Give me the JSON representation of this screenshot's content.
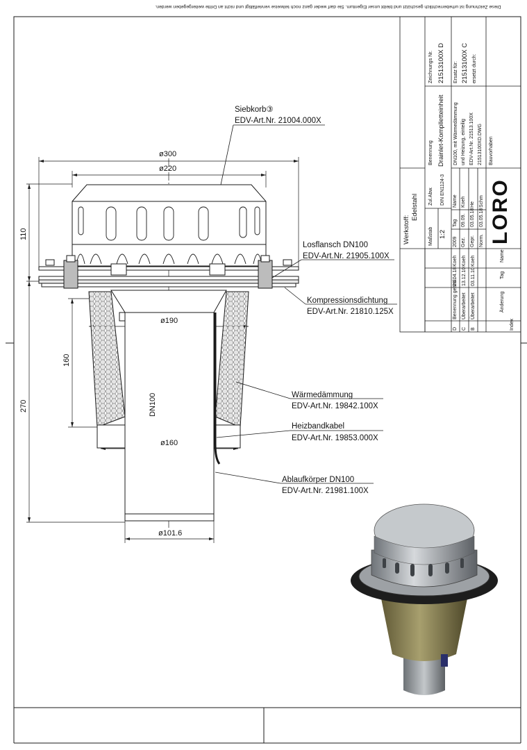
{
  "copyright_note": "Diese Zeichnung ist urheberrechtlich geschützt und bleibt unser Eigentum. Sie darf weder ganz noch teilweise vervielfältigt und nicht an Dritte weitergegeben werden.",
  "callouts": {
    "siebkorb_name": "Siebkorb",
    "siebkorb_part": "EDV-Art.Nr. 21004.000X",
    "losflansch_name": "Losflansch DN100",
    "losflansch_part": "EDV-Art.Nr. 21905.100X",
    "kompression_name": "Kompressionsdichtung",
    "kompression_part": "EDV-Art.Nr. 21810.125X",
    "waerme_name": "Wärmedämmung",
    "waerme_part": "EDV-Art.Nr. 19842.100X",
    "heizband_name": "Heizbandkabel",
    "heizband_part": "EDV-Art.Nr. 19853.000X",
    "ablauf_name": "Ablaufkörper DN100",
    "ablauf_part": "EDV-Art.Nr. 21981.100X"
  },
  "dimensions": {
    "d300": "ø300",
    "d220": "ø220",
    "d190": "ø190",
    "d160": "ø160",
    "d101": "ø101.6",
    "h110": "110",
    "h160": "160",
    "h270": "270",
    "dn100": "DN100"
  },
  "title_block": {
    "werkstoff_label": "Werkstoff:",
    "werkstoff_value": "Edelstahl",
    "massstab_label": "Maßstab",
    "massstab_value": "1:2",
    "zul_abw_label": "Zul.Abw.",
    "zul_abw_value": "DIN EN1124-3",
    "benennung_label": "Benennung",
    "benennung_value": "Drainlet-Komplletteinheit",
    "desc_line1": "DN100, mit Wärmedämmung",
    "desc_line2": "und Heizung, einteilig",
    "desc_line3": "EDV-Art.Nr. 21513.100X",
    "desc_line4": "21513100XD.DWG",
    "bauvorhaben": "Bauvorhaben",
    "zeichnungs_label": "Zeichnungs Nr.",
    "zeichnungs_value": "21513100X D",
    "ersatz_label": "Ersatz für:",
    "ersatz_value": "21513100X C",
    "ersetzt_label": "ersetzt durch:",
    "logo_text": "LORO",
    "year": "2009",
    "col_tag": "Tag",
    "col_name": "Name",
    "row_gez": "Gez.",
    "row_gepr": "Gepr.",
    "row_norm": "Norm.",
    "gez_date": "09.09.",
    "gez_name": "Koeh",
    "gepr_date": "03.05.18",
    "gepr_name": "He",
    "norm_date": "03.05.18",
    "norm_name": "Schm",
    "rev_d_text": "Benennung geänd.",
    "rev_d_date": "26.04.18",
    "rev_d_name": "Koeh",
    "rev_c_text": "Überarbeitet",
    "rev_c_date": "13.12.10",
    "rev_c_name": "Koeh",
    "rev_b_text": "Überarbeitet",
    "rev_b_date": "03.11.10",
    "rev_b_name": "Koeh",
    "rev_d": "D",
    "rev_c": "C",
    "rev_b": "B",
    "head_index": "Index",
    "head_aenderung": "Änderung",
    "head_tag": "Tag",
    "head_name": "Name"
  },
  "colors": {
    "line": "#1a1a1a",
    "insulation": "#d8d8d8",
    "render_metal": "#a8acb0",
    "render_insulation": "#8c8458",
    "render_seal": "#1d1d1d"
  }
}
